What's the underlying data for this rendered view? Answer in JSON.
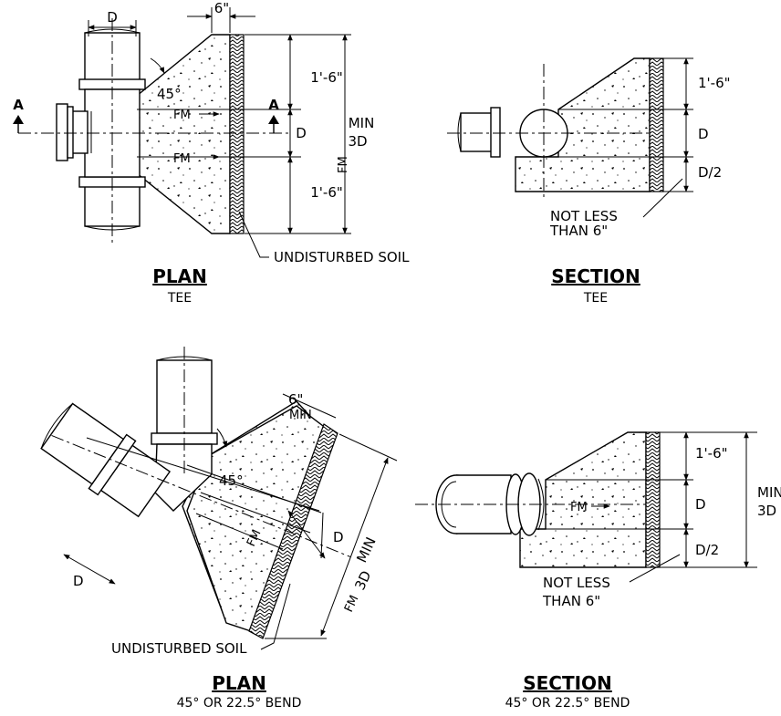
{
  "colors": {
    "ink": "#000000",
    "background": "#ffffff"
  },
  "plan_tee": {
    "dim_d": "D",
    "dim_six": "6\"",
    "angle": "45°",
    "section_mark": "A",
    "dim_upper": "1'-6\"",
    "dim_mid": "D",
    "dim_lower": "1'-6\"",
    "min_label": "MIN",
    "min_value": "3D",
    "fm_label": "FM",
    "fm_arrow": "FM",
    "soil_label": "UNDISTURBED SOIL",
    "title": "PLAN",
    "subtitle": "TEE"
  },
  "section_tee": {
    "dim_upper": "1'-6\"",
    "dim_mid": "D",
    "dim_lower": "D/2",
    "note_line1": "NOT LESS",
    "note_line2": "THAN 6\"",
    "title": "SECTION",
    "subtitle": "TEE"
  },
  "plan_bend": {
    "dim_six": "6\"",
    "dim_min": "MIN",
    "angle": "45°",
    "dim_d": "D",
    "pipe_d": "D",
    "min_label": "MIN",
    "min_value": "3D",
    "fm_label": "FM",
    "fm_arrow": "FM",
    "soil_label": "UNDISTURBED SOIL",
    "title": "PLAN",
    "subtitle": "45° OR 22.5° BEND"
  },
  "section_bend": {
    "dim_upper": "1'-6\"",
    "dim_mid": "D",
    "dim_lower": "D/2",
    "min_label": "MIN",
    "min_value": "3D",
    "fm_arrow": "FM",
    "note_line1": "NOT LESS",
    "note_line2": "THAN 6\"",
    "title": "SECTION",
    "subtitle": "45° OR 22.5° BEND"
  }
}
